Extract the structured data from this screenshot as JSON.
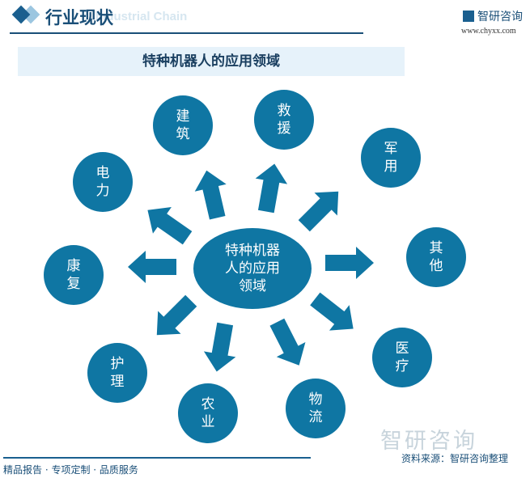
{
  "header": {
    "title": "行业现状",
    "ghost_text": "Industrial Chain",
    "logo_text": "智研咨询",
    "url": "www.chyxx.com"
  },
  "banner": {
    "title": "特种机器人的应用领域"
  },
  "diagram": {
    "center": [
      "特种机器",
      "人的应用",
      "领域"
    ],
    "nodes": [
      {
        "label": [
          "建",
          "筑"
        ]
      },
      {
        "label": [
          "救",
          "援"
        ]
      },
      {
        "label": [
          "军",
          "用"
        ]
      },
      {
        "label": [
          "电",
          "力"
        ]
      },
      {
        "label": [
          "其",
          "他"
        ]
      },
      {
        "label": [
          "康",
          "复"
        ]
      },
      {
        "label": [
          "医",
          "疗"
        ]
      },
      {
        "label": [
          "护",
          "理"
        ]
      },
      {
        "label": [
          "农",
          "业"
        ]
      },
      {
        "label": [
          "物",
          "流"
        ]
      }
    ],
    "color": "#0f76a3"
  },
  "watermark": "智研咨询",
  "footer": {
    "left": "精品报告 · 专项定制 · 品质服务",
    "right": "资料来源：智研咨询整理"
  }
}
